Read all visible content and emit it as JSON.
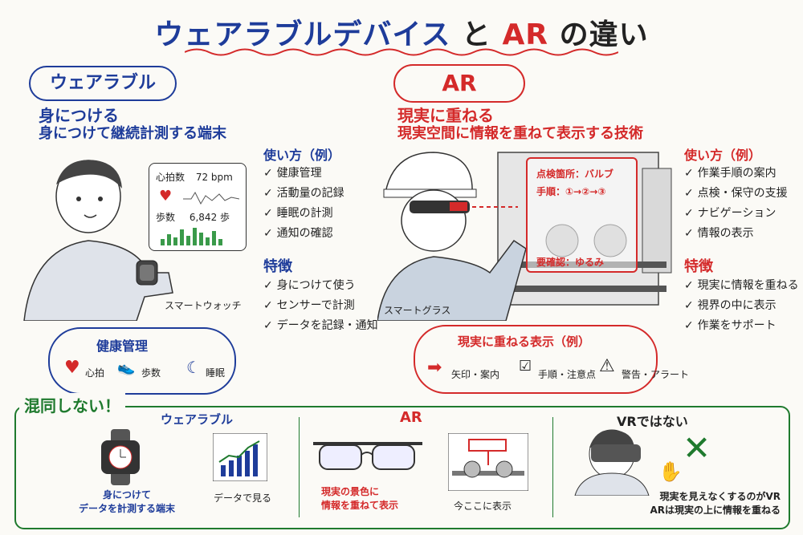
{
  "title": {
    "left": "ウェアラブルデバイス",
    "mid": "と",
    "ar": "AR",
    "right": "の違い"
  },
  "wearable": {
    "pill": "ウェアラブル",
    "tagline": "身につける",
    "desc": "身につけて継続計測する端末",
    "watch_card": {
      "hr_label": "心拍数",
      "hr_value": "72 bpm",
      "steps_label": "歩数",
      "steps_value": "6,842 歩"
    },
    "watch_caption": "スマートウォッチ",
    "usage_title": "使い方（例）",
    "usage": [
      "健康管理",
      "活動量の記録",
      "睡眠の計測",
      "通知の確認"
    ],
    "feature_title": "特徴",
    "features": [
      "身につけて使う",
      "センサーで計測",
      "データを記録・通知"
    ],
    "health": {
      "title": "健康管理",
      "items": [
        "心拍",
        "歩数",
        "睡眠"
      ]
    }
  },
  "ar": {
    "pill": "AR",
    "tagline": "現実に重ねる",
    "desc": "現実空間に情報を重ねて表示する技術",
    "overlay": {
      "line1": "点検箇所：バルブ",
      "line2": "手順：①→②→③",
      "line3": "要確認：ゆるみ"
    },
    "glasses_caption": "スマートグラス",
    "usage_title": "使い方（例）",
    "usage": [
      "作業手順の案内",
      "点検・保守の支援",
      "ナビゲーション",
      "情報の表示"
    ],
    "feature_title": "特徴",
    "features": [
      "現実に情報を重ねる",
      "視界の中に表示",
      "作業をサポート"
    ],
    "overlay_examples": {
      "title": "現実に重ねる表示（例）",
      "items": [
        "矢印・案内",
        "手順・注意点",
        "警告・アラート"
      ]
    }
  },
  "bottom": {
    "title": "混同しない！",
    "wearable": {
      "heading": "ウェアラブル",
      "caption": "身につけて\nデータを計測する端末",
      "sub": "データで見る"
    },
    "ar": {
      "heading": "AR",
      "caption": "現実の景色に\n情報を重ねて表示",
      "sub": "今ここに表示"
    },
    "vr": {
      "heading": "VRではない",
      "caption": "現実を見えなくするのがVR\nARは現実の上に情報を重ねる"
    }
  },
  "colors": {
    "blue": "#1e3c9a",
    "red": "#d42a2a",
    "green": "#1f7a2e"
  }
}
